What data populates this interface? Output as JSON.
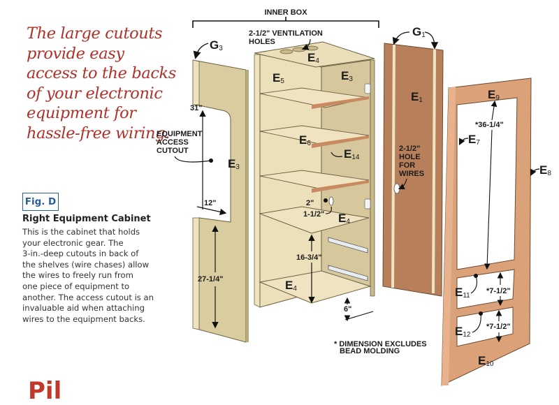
{
  "pull_quote": {
    "lines": [
      "The large cutouts",
      "provide easy",
      "access to the backs",
      "of your electronic",
      "equipment for",
      "hassle-free wiring."
    ],
    "color": "#b0312a"
  },
  "figure": {
    "label": "Fig. D",
    "title": "Right Equipment Cabinet",
    "body_lines": [
      "This is the cabinet that holds",
      "your electronic gear. The",
      "3-in.-deep cutouts in back of",
      "the shelves (wire chases) allow",
      "the wires to freely run from",
      "one piece of equipment to",
      "another. The access cutout is an",
      "invaluable aid when attaching",
      "wires to the equipment backs."
    ],
    "accent_color": "#2a5d9a"
  },
  "next_heading_partial": "Pil",
  "diagram": {
    "callouts": {
      "inner_box": "INNER BOX",
      "ventilation_holes_1": "2-1/2\" VENTILATION",
      "ventilation_holes_2": "HOLES",
      "access_cutout_1": "EQUIPMENT",
      "access_cutout_2": "ACCESS",
      "access_cutout_3": "CUTOUT",
      "hole_for_wires_1": "2-1/2\"",
      "hole_for_wires_2": "HOLE",
      "hole_for_wires_3": "FOR",
      "hole_for_wires_4": "WIRES",
      "footnote_1": "* DIMENSION EXCLUDES",
      "footnote_2": "BEAD MOLDING"
    },
    "dimensions": {
      "side_cutout_height": "31\"",
      "cutout_width": "12\"",
      "side_lower_height": "27-1/4\"",
      "hole_2": "2\"",
      "hole_1_5": "1-1/2\"",
      "bottom_opening": "16-3/4\"",
      "base_setback": "6\"",
      "door_upper_opening": "*36-1/4\"",
      "door_middle_opening": "*7-1/2\"",
      "door_lower_opening": "*7-1/2\""
    },
    "parts": {
      "G3": {
        "letter": "G",
        "num": "3"
      },
      "G1": {
        "letter": "G",
        "num": "1"
      },
      "E3_side": {
        "letter": "E",
        "num": "3"
      },
      "E3_back": {
        "letter": "E",
        "num": "3"
      },
      "E4_top": {
        "letter": "E",
        "num": "4"
      },
      "E4_shelf": {
        "letter": "E",
        "num": "4"
      },
      "E4_bottom": {
        "letter": "E",
        "num": "4"
      },
      "E5": {
        "letter": "E",
        "num": "5"
      },
      "E6": {
        "letter": "E",
        "num": "6"
      },
      "E14": {
        "letter": "E",
        "num": "14"
      },
      "E1": {
        "letter": "E",
        "num": "1"
      },
      "E7": {
        "letter": "E",
        "num": "7"
      },
      "E8": {
        "letter": "E",
        "num": "8"
      },
      "E9": {
        "letter": "E",
        "num": "9"
      },
      "E10": {
        "letter": "E",
        "num": "10"
      },
      "E11": {
        "letter": "E",
        "num": "11"
      },
      "E12": {
        "letter": "E",
        "num": "12"
      }
    },
    "colors": {
      "plywood": "#e8dcb8",
      "plywood_shade": "#d6c89c",
      "panel_back": "#b7805a",
      "door_frame": "#dba27a",
      "edge_band": "#c98a62"
    }
  }
}
